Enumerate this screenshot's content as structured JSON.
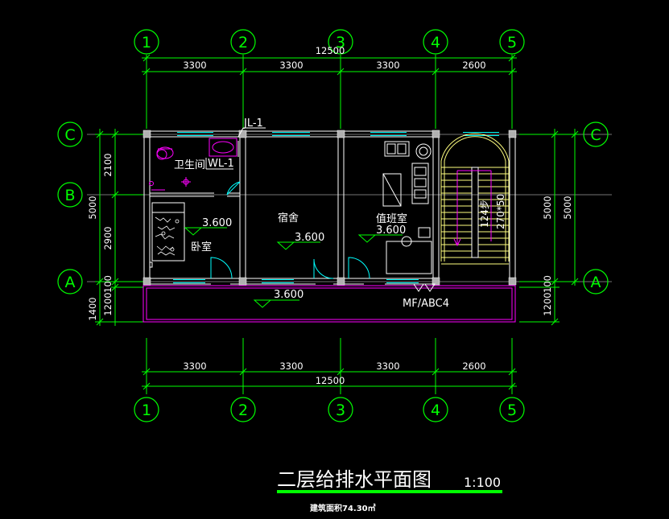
{
  "drawing": {
    "title": "二层给排水平面图",
    "scale": "1:100",
    "area_note": "建筑面积74.30㎡",
    "colors": {
      "background": "#000000",
      "dimension": "#00ff00",
      "axis_bubble": "#00ff00",
      "wall": "#ffffff",
      "column": "#b0b0b0",
      "window": "#00ffff",
      "door": "#00ffff",
      "fixture": "#ff00ff",
      "stair": "#ffff80",
      "balcony": "#ff00ff",
      "title_underline": "#00ff00"
    }
  },
  "grid": {
    "vertical_axes": [
      "1",
      "2",
      "3",
      "4",
      "5"
    ],
    "horizontal_axes": [
      "C",
      "B",
      "A"
    ]
  },
  "dimensions": {
    "top_spans": [
      "3300",
      "3300",
      "3300",
      "2600"
    ],
    "top_total": "12500",
    "bottom_spans": [
      "3300",
      "3300",
      "3300",
      "2600"
    ],
    "bottom_total": "12500",
    "left_spans": [
      "2100",
      "2900",
      "1200",
      "1400"
    ],
    "left_total": "5000",
    "left_extra": "100",
    "right_spans": [
      "5000",
      "1200"
    ],
    "right_total": "5000",
    "right_extra": "100"
  },
  "labels": {
    "pipe_jl": "JL-1",
    "pipe_wl": "WL-1",
    "bathroom": "卫生间",
    "bedroom": "卧室",
    "dorm": "宿舍",
    "duty_room": "值班室",
    "elev_bedroom": "3.600",
    "elev_dorm": "3.600",
    "elev_duty": "3.600",
    "elev_balcony": "3.600",
    "stair_steps": "124步",
    "stair_size": "270*50",
    "extinguisher": "MF/ABC4"
  }
}
